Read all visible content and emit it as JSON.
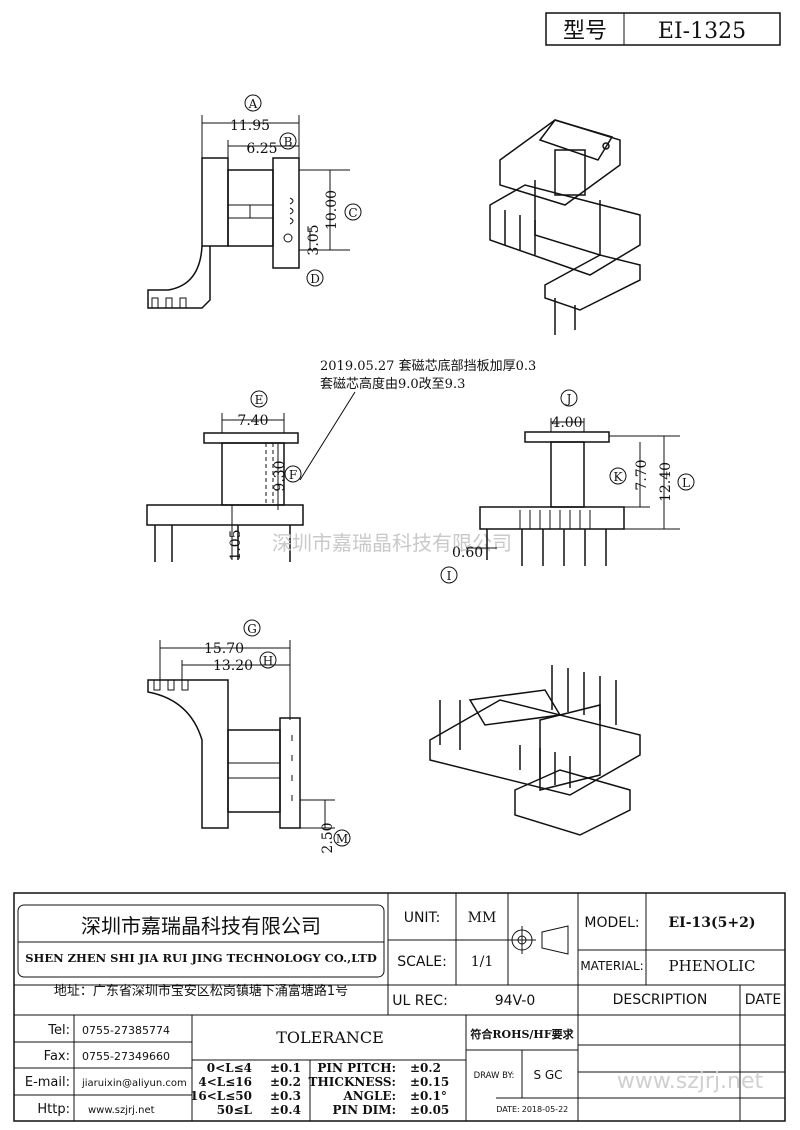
{
  "header": {
    "model_label": "型号",
    "model_value": "EI-1325"
  },
  "dimensions": {
    "A": {
      "letter": "A",
      "value": "11.95"
    },
    "B": {
      "letter": "B",
      "value": "6.25"
    },
    "C": {
      "letter": "C",
      "value": "10.00"
    },
    "D": {
      "letter": "D",
      "value": "3.05"
    },
    "E": {
      "letter": "E",
      "value": "7.40"
    },
    "F": {
      "letter": "F",
      "value": "9.30"
    },
    "F2": {
      "value": "1.05"
    },
    "I": {
      "letter": "I",
      "value": "0.60"
    },
    "J": {
      "letter": "J",
      "value": "4.00"
    },
    "K": {
      "letter": "K",
      "value": "7.70"
    },
    "L": {
      "letter": "L",
      "value": "12.40"
    },
    "G": {
      "letter": "G",
      "value": "15.70"
    },
    "H": {
      "letter": "H",
      "value": "13.20"
    },
    "M": {
      "letter": "M",
      "value": "2.50"
    }
  },
  "revision_note": {
    "line1": "2019.05.27 套磁芯底部挡板加厚0.3",
    "line2": "套磁芯高度由9.0改至9.3"
  },
  "watermark": "深圳市嘉瑞晶科技有限公司",
  "title_block": {
    "company_cn": "深圳市嘉瑞晶科技有限公司",
    "company_en": "SHEN ZHEN SHI   JIA RUI JING   TECHNOLOGY CO.,LTD",
    "address": "地址：广东省深圳市宝安区松岗镇塘下涌富塘路1号",
    "unit_label": "UNIT:",
    "unit_value": "MM",
    "scale_label": "SCALE:",
    "scale_value": "1/1",
    "ul_label": "UL REC:",
    "ul_value": "94V-0",
    "model_label": "MODEL:",
    "model_value": "EI-13(5+2)",
    "material_label": "MATERIAL:",
    "material_value": "PHENOLIC",
    "description_label": "DESCRIPTION",
    "date_label": "DATE",
    "tel_label": "Tel:",
    "tel_value": "0755-27385774",
    "fax_label": "Fax:",
    "fax_value": "0755-27349660",
    "email_label": "E-mail:",
    "email_value": "jiaruixin@aliyun.com",
    "http_label": "Http:",
    "http_value": "www.szjrj.net",
    "tolerance_label": "TOLERANCE",
    "tol_rows": [
      {
        "range": "0<L≤4",
        "value": "±0.1"
      },
      {
        "range": "4<L≤16",
        "value": "±0.2"
      },
      {
        "range": "16<L≤50",
        "value": "±0.3"
      },
      {
        "range": "50≤L",
        "value": "±0.4"
      }
    ],
    "spec_rows": [
      {
        "label": "PIN PITCH:",
        "value": "±0.2"
      },
      {
        "label": "THICKNESS:",
        "value": "±0.15"
      },
      {
        "label": "ANGLE:",
        "value": "±0.1°"
      },
      {
        "label": "PIN DIM:",
        "value": "±0.05"
      }
    ],
    "rohs": "符合ROHS/HF要求",
    "draw_by_label": "DRAW BY:",
    "draw_by_value": "S GC",
    "date_label2": "DATE:",
    "date_value": "2018-05-22",
    "website_watermark": "www.szjrj.net"
  }
}
